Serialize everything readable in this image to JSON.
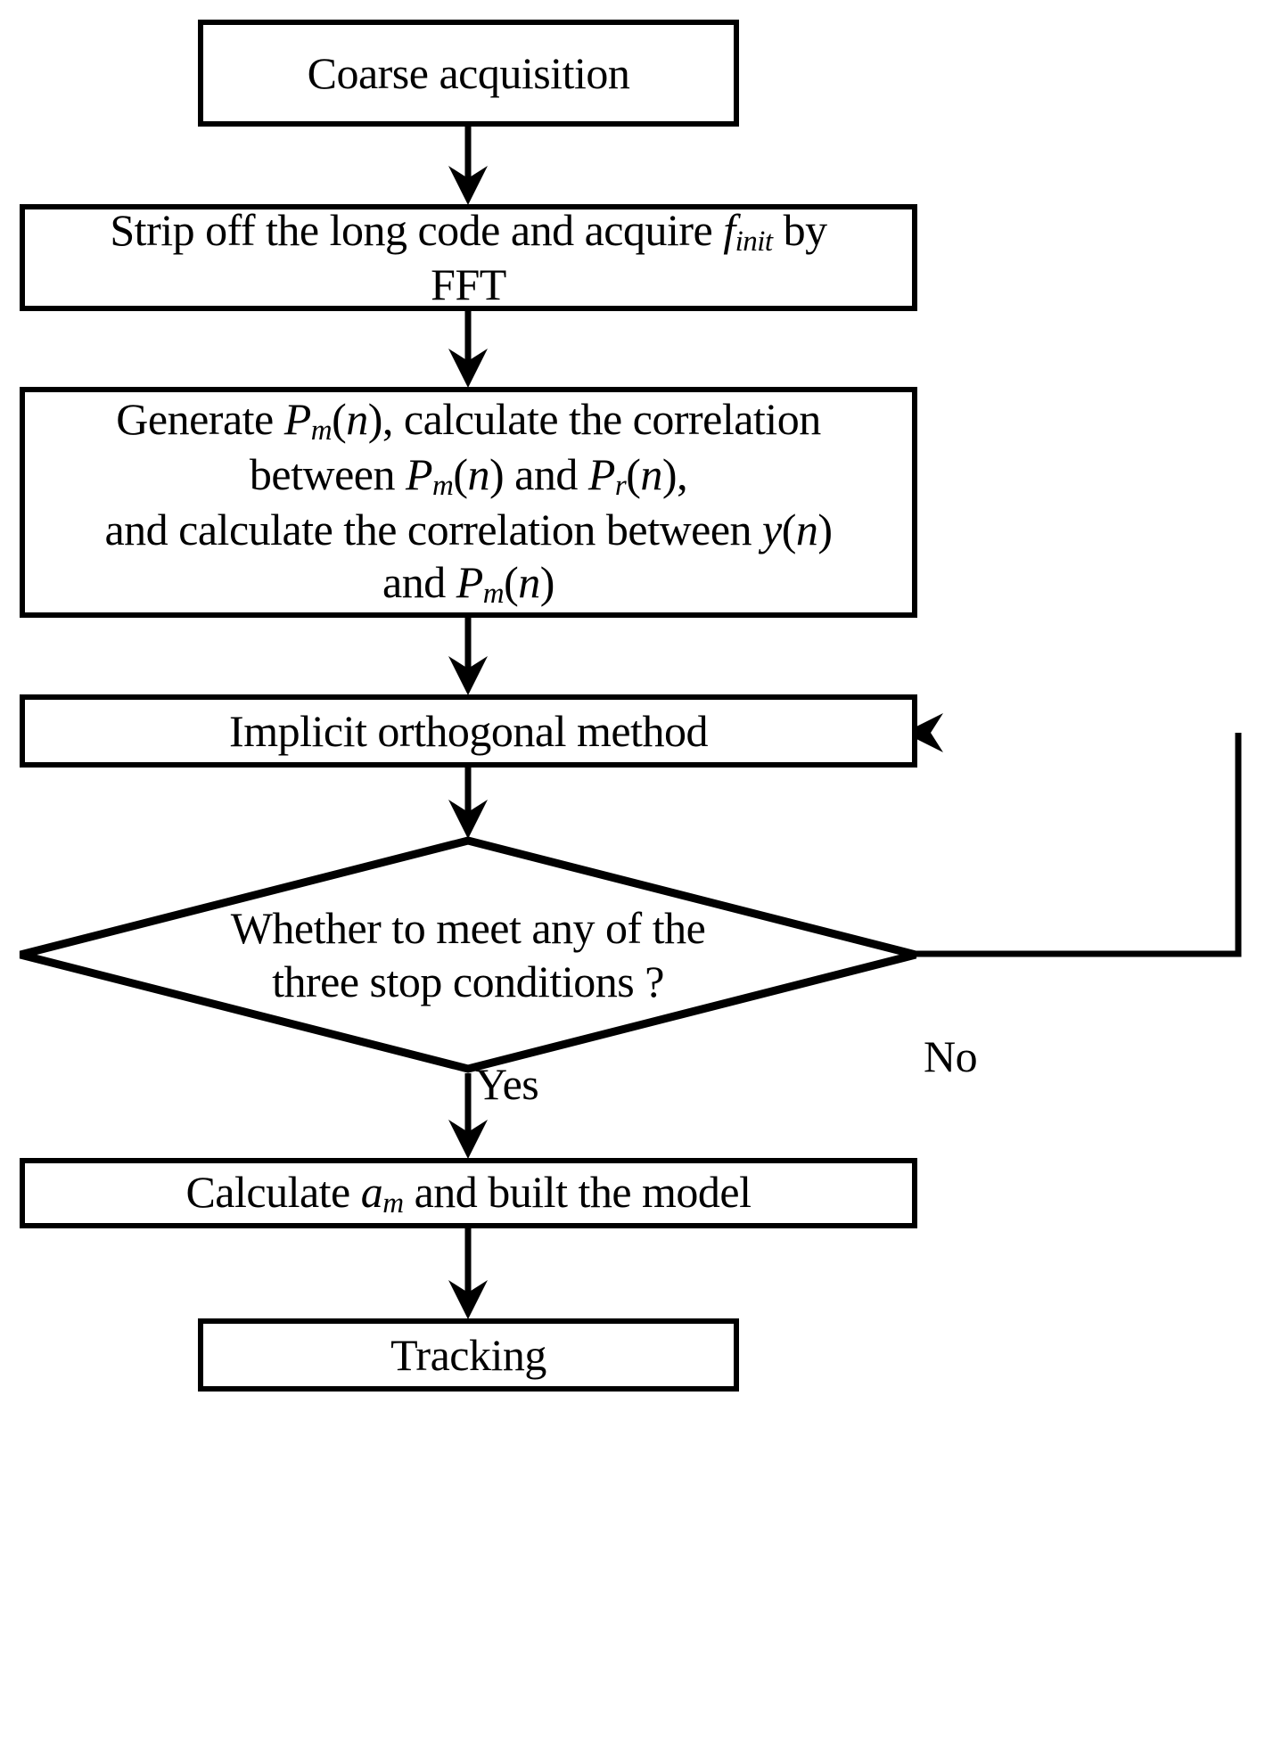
{
  "diagram": {
    "type": "flowchart",
    "title": "Acquisition and tracking flowchart",
    "orientation": "top-to-bottom",
    "colors": {
      "stroke": "#000000",
      "fill": "#ffffff",
      "text": "#000000"
    },
    "nodes": [
      {
        "id": "coarse-acquisition",
        "shape": "rectangle",
        "text": "Coarse acquisition"
      },
      {
        "id": "strip-off",
        "shape": "rectangle",
        "line1_a": "Strip off the long code  and acquire ",
        "line1_var": "f",
        "line1_sub": "init",
        "line1_b": " by",
        "line2": "FFT"
      },
      {
        "id": "generate-pm",
        "shape": "rectangle",
        "l1_a": "Generate ",
        "l1_P": "P",
        "l1_m": "m",
        "l1_b": "(",
        "l1_n": "n",
        "l1_c": "), calculate the correlation",
        "l2_a": "between ",
        "l2_P1": "P",
        "l2_m1": "m",
        "l2_b": "(",
        "l2_n1": "n",
        "l2_c": ") and ",
        "l2_P2": "P",
        "l2_r": "r",
        "l2_d": "(",
        "l2_n2": "n",
        "l2_e": "),",
        "l3_a": "and calculate the correlation between ",
        "l3_y": "y",
        "l3_b": "(",
        "l3_n": "n",
        "l3_c": ")",
        "l4_a": "and ",
        "l4_P": "P",
        "l4_m": "m",
        "l4_b": "(",
        "l4_n": "n",
        "l4_c": ")"
      },
      {
        "id": "implicit-method",
        "shape": "rectangle",
        "text": "Implicit orthogonal method"
      },
      {
        "id": "decision",
        "shape": "diamond",
        "line1": "Whether to meet any of the",
        "line2": "three stop conditions ?"
      },
      {
        "id": "calculate-am",
        "shape": "rectangle",
        "text_a": "Calculate ",
        "text_var": "a",
        "text_sub": "m",
        "text_b": " and built the model"
      },
      {
        "id": "tracking",
        "shape": "rectangle",
        "text": "Tracking"
      }
    ],
    "edges": [
      {
        "id": "e1",
        "from": "coarse-acquisition",
        "to": "strip-off",
        "label": ""
      },
      {
        "id": "e2",
        "from": "strip-off",
        "to": "generate-pm",
        "label": ""
      },
      {
        "id": "e3",
        "from": "generate-pm",
        "to": "implicit-method",
        "label": ""
      },
      {
        "id": "e4",
        "from": "implicit-method",
        "to": "decision",
        "label": ""
      },
      {
        "id": "e5",
        "from": "decision",
        "to": "implicit-method",
        "label": "No"
      },
      {
        "id": "e6",
        "from": "decision",
        "to": "calculate-am",
        "label": "Yes"
      },
      {
        "id": "e7",
        "from": "calculate-am",
        "to": "tracking",
        "label": ""
      }
    ],
    "edge_labels": {
      "no": "No",
      "yes": "Yes"
    }
  }
}
